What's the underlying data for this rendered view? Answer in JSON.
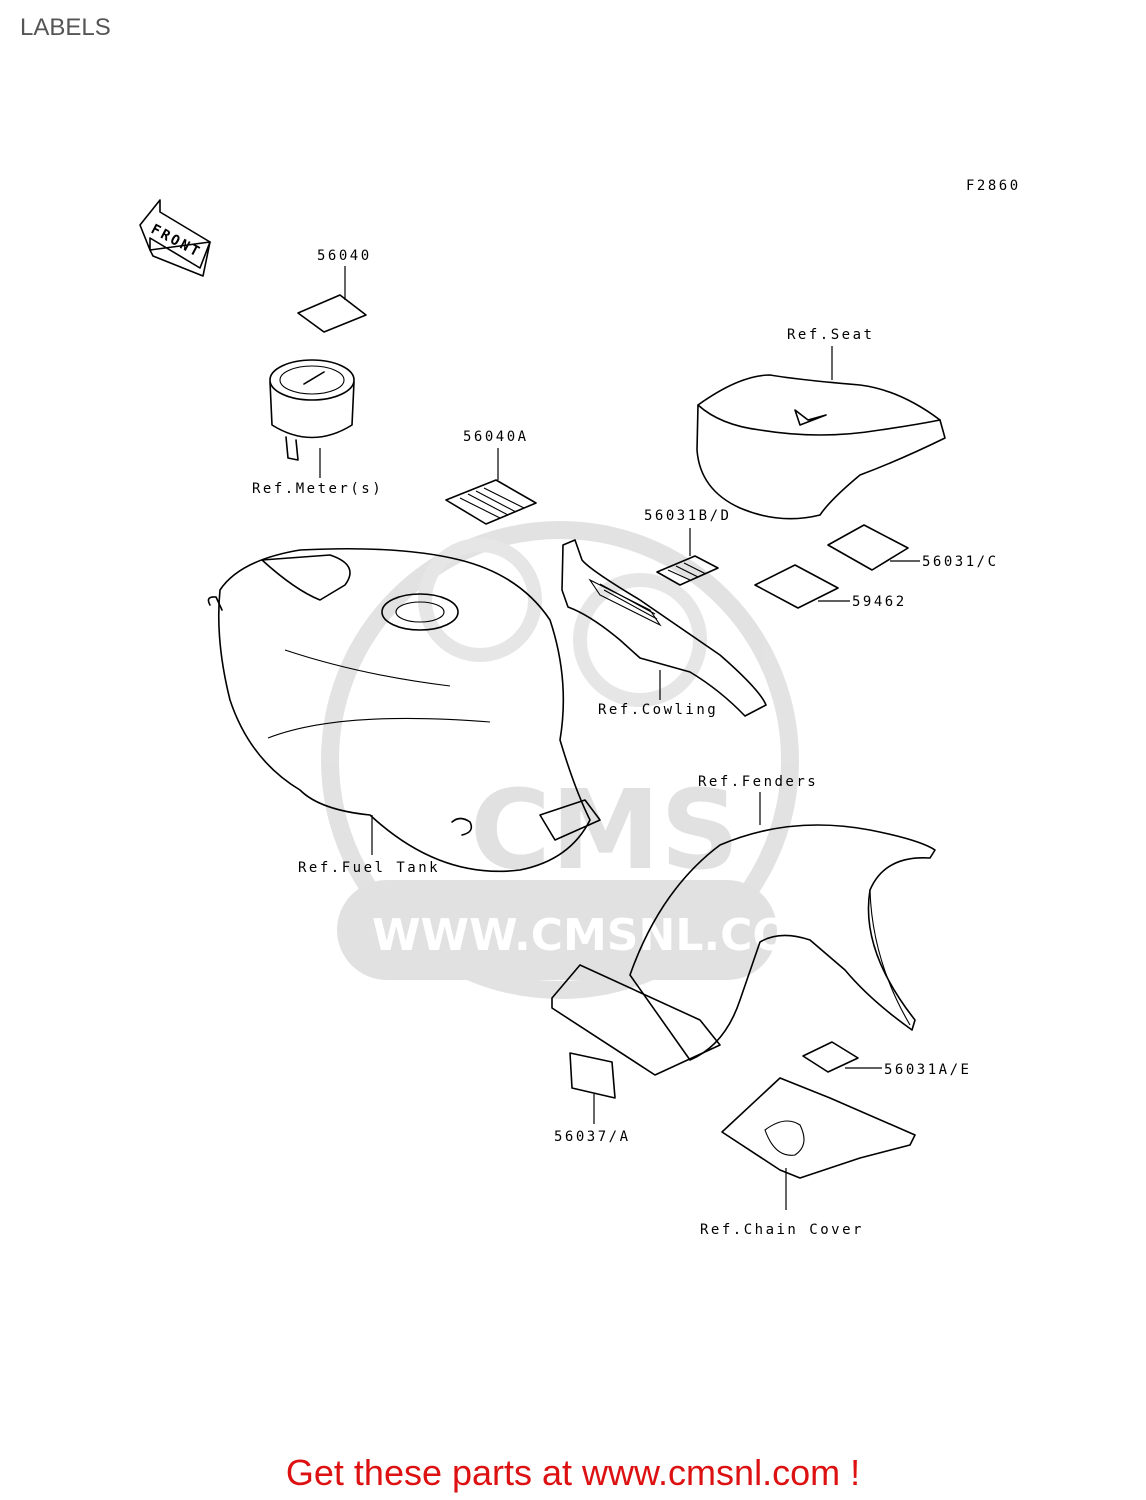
{
  "page": {
    "title": "LABELS",
    "promo": "Get these parts at www.cmsnl.com !"
  },
  "diagram": {
    "figure_code": "F2860",
    "front_arrow": "FRONT",
    "labels": {
      "l56040": "56040",
      "meter": "Ref.Meter(s)",
      "l56040a": "56040A",
      "seat": "Ref.Seat",
      "l56031bd": "56031B/D",
      "l56031c": "56031/C",
      "l59462": "59462",
      "cowling": "Ref.Cowling",
      "fenders": "Ref.Fenders",
      "fueltank": "Ref.Fuel Tank",
      "l56031ae": "56031A/E",
      "l56037a": "56037/A",
      "chaincover": "Ref.Chain Cover"
    },
    "watermark": {
      "logo": "CMS",
      "url": "WWW.CMSNL.COM",
      "color": "#dcdcdc"
    }
  }
}
